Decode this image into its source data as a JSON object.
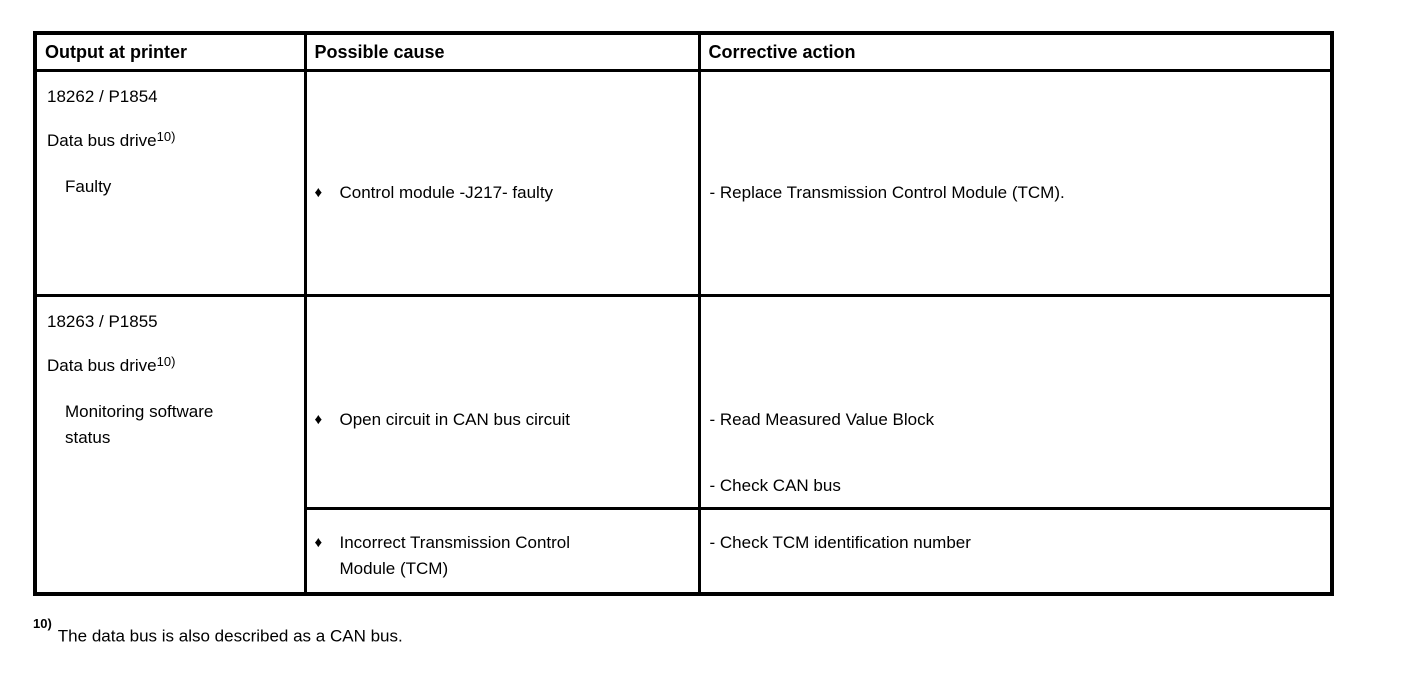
{
  "colors": {
    "text": "#000000",
    "border": "#000000",
    "background": "#ffffff"
  },
  "table": {
    "bullet": "♦",
    "col_headers": [
      {
        "label": "Output at printer"
      },
      {
        "label": "Possible cause"
      },
      {
        "label": "Corrective action"
      }
    ],
    "row1": {
      "code": "18262 / P1854",
      "desc": "Data bus drive",
      "desc_sup": "10)",
      "status": "Faulty",
      "cause": "Control module -J217- faulty",
      "action": "- Replace Transmission Control Module (TCM)."
    },
    "row2": {
      "code": "18263 / P1855",
      "desc": "Data bus drive",
      "desc_sup": "10)",
      "status": "Monitoring software status",
      "sub1": {
        "cause": "Open circuit in CAN bus circuit",
        "action1": "- Read Measured Value Block",
        "action2": "- Check CAN bus"
      },
      "sub2": {
        "cause": "Incorrect Transmission Control Module (TCM)",
        "action": "- Check TCM identification number"
      }
    }
  },
  "footnote": {
    "marker": "10)",
    "text": "The data bus is also described as a CAN bus."
  }
}
